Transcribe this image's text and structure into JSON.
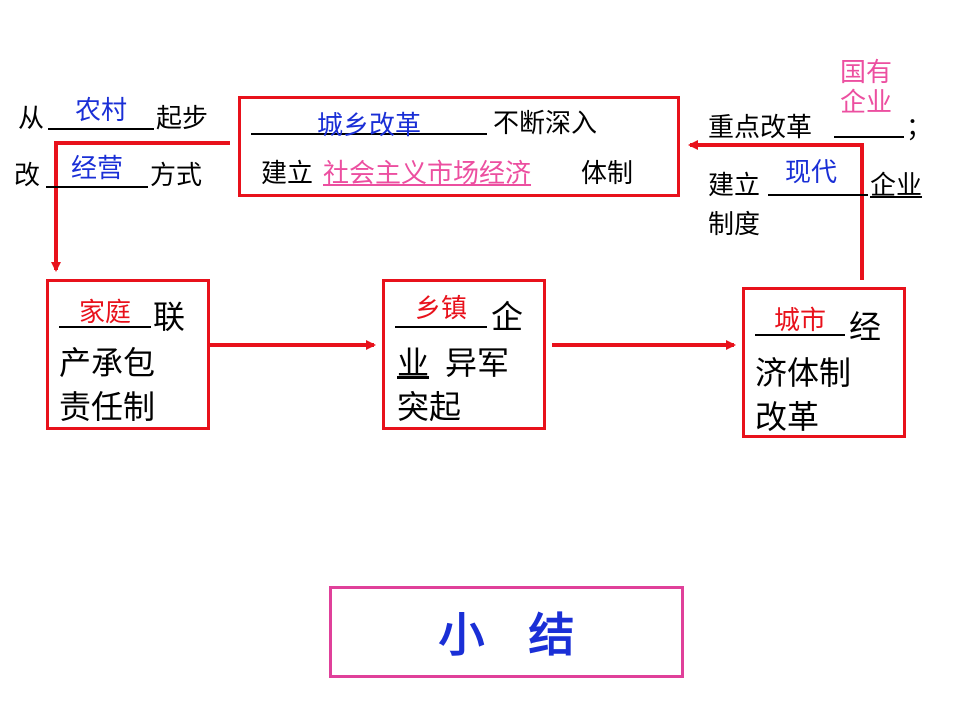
{
  "colors": {
    "box_border": "#e8111b",
    "arrow": "#e8111b",
    "answer_blue": "#1a2fd6",
    "answer_red": "#e8111b",
    "answer_pink": "#ec4fa0",
    "summary_border": "#e0409a"
  },
  "left_notes": {
    "line1_before": "从",
    "line1_answer": "农村",
    "line1_after": "起步",
    "line2_before": "改",
    "line2_answer": "经营",
    "line2_after": "方式"
  },
  "center_top_box": {
    "line1_answer": "城乡改革",
    "line1_after": "不断深入",
    "line2_before": "建立",
    "line2_answer": "社会主义市场经济",
    "line2_after": "体制"
  },
  "right_notes": {
    "answer_top": "国有企业",
    "line1_before": "重点改革",
    "line1_after": "；",
    "line2_before": "建立",
    "line2_answer": "现代",
    "line2_after": "企业",
    "line3": "制度"
  },
  "box_household": {
    "answer": "家庭",
    "line1_after": "联",
    "line2": "产承包",
    "line3": "责任制"
  },
  "box_township": {
    "answer": "乡镇",
    "line1_after": "企",
    "line2_underlined": "业",
    "line2_after": "异军",
    "line3": "突起"
  },
  "box_urban": {
    "answer": "城市",
    "line1_after": "经",
    "line2": "济体制",
    "line3": "改革"
  },
  "summary": {
    "title": "小结"
  }
}
